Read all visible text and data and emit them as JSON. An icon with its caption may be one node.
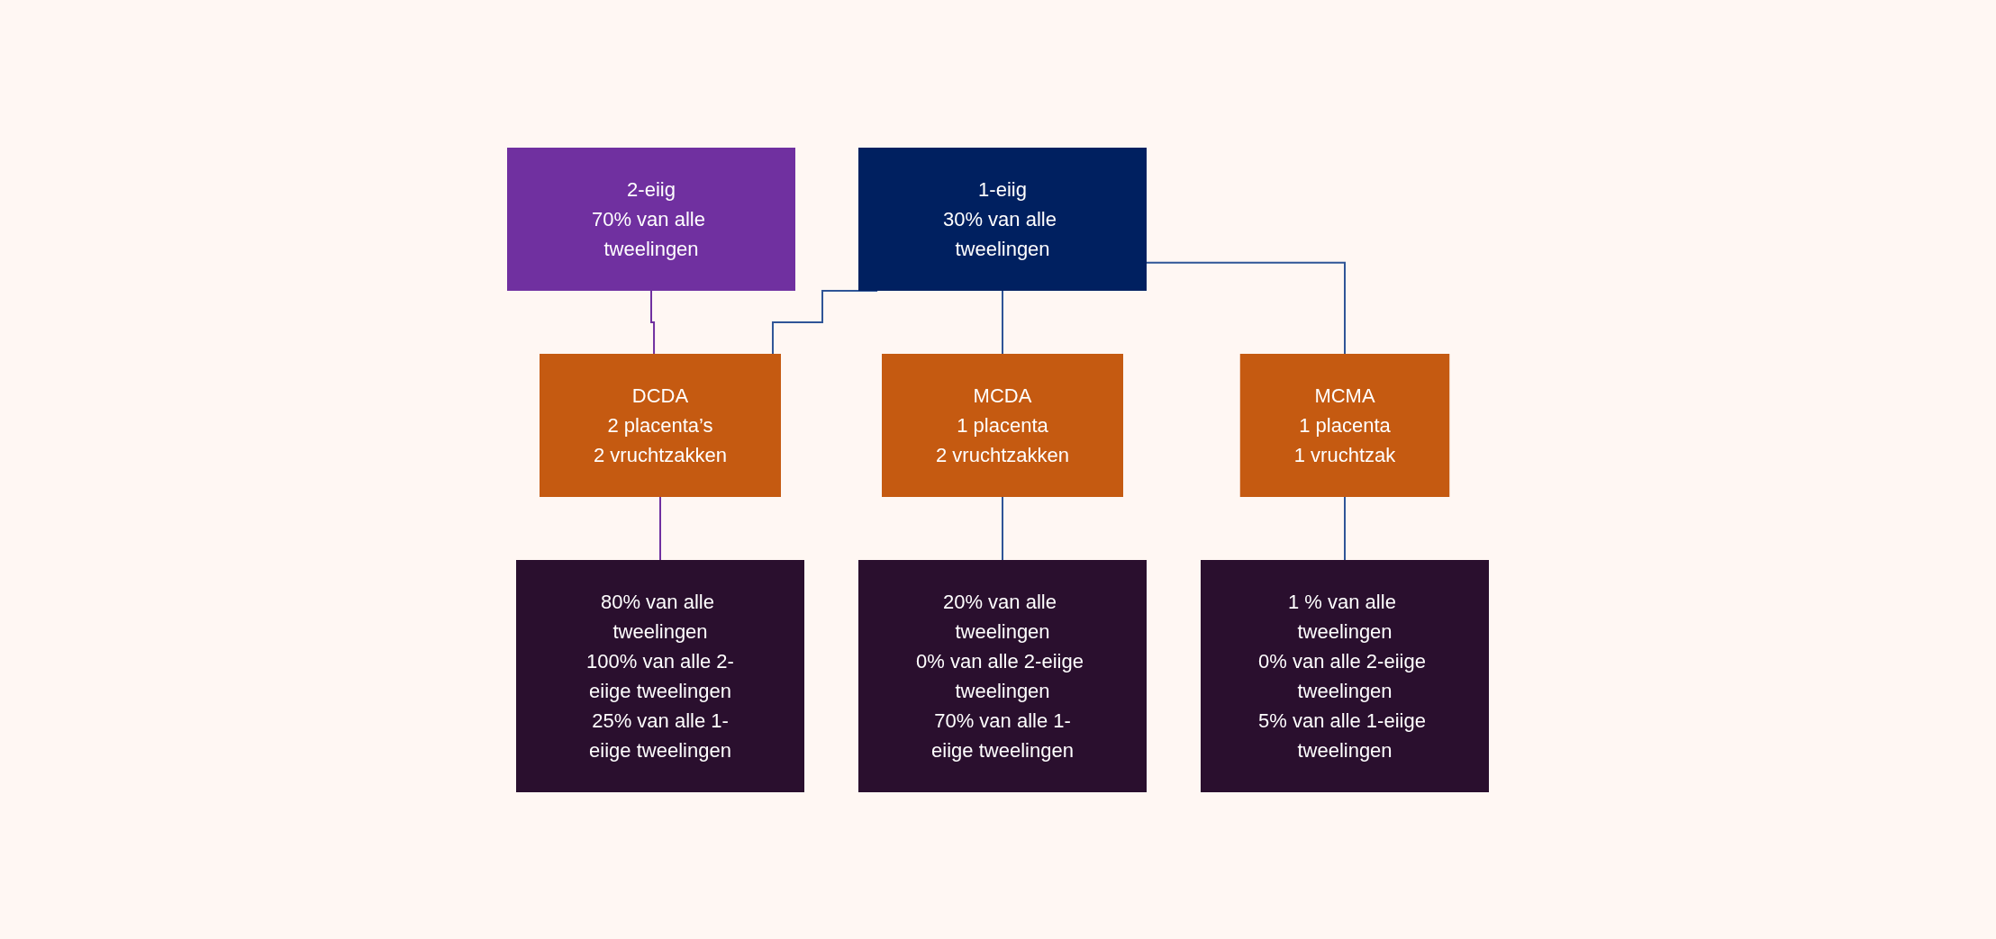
{
  "diagram": {
    "nodes": [
      {
        "text": [
          "2-eiig",
          "70% van alle tweelingen"
        ]
      },
      {
        "text": [
          "1-eiig",
          "30% van alle tweelingen"
        ]
      },
      {
        "text": [
          "DCDA",
          "2 placenta’s",
          "2 vruchtzakken"
        ]
      },
      {
        "text": [
          "MCDA",
          "1 placenta",
          "2 vruchtzakken"
        ]
      },
      {
        "text": [
          "MCMA",
          "1 placenta",
          "1 vruchtzak"
        ]
      },
      {
        "text": [
          "80% van alle tweelingen",
          "100% van alle 2-eiige tweelingen",
          "25% van alle 1-eiige tweelingen"
        ]
      },
      {
        "text": [
          "20% van alle tweelingen",
          "0% van alle 2-eiige tweelingen",
          "70% van alle 1-eiige tweelingen"
        ]
      },
      {
        "text": [
          "1 % van alle tweelingen",
          "0% van alle 2-eiige tweelingen",
          "5% van alle 1-eiige tweelingen"
        ]
      }
    ],
    "edges": [
      {
        "from": 0,
        "to": 2,
        "arrow": "none",
        "color": "#7030a0"
      },
      {
        "from": 1,
        "to": 2,
        "arrow": "none"
      },
      {
        "from": 1,
        "to": 3,
        "arrow": "none"
      },
      {
        "from": 1,
        "to": 4,
        "arrow": "none"
      },
      {
        "from": 2,
        "to": 5,
        "arrow": "none",
        "color": "#7030a0"
      },
      {
        "from": 3,
        "to": 6,
        "arrow": "none"
      },
      {
        "from": 4,
        "to": 7,
        "arrow": "none"
      }
    ]
  }
}
